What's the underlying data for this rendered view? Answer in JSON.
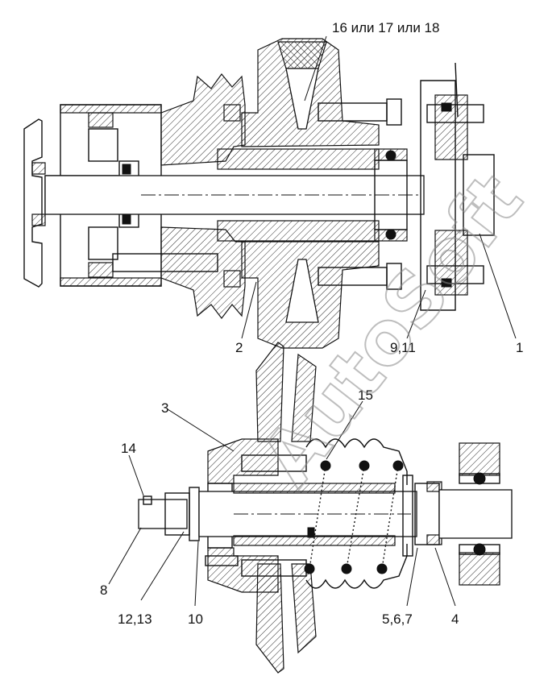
{
  "callouts": {
    "c16_17_18": "16 или 17 или 18",
    "c1": "1",
    "c2": "2",
    "c9_11": "9,11",
    "c3": "3",
    "c15": "15",
    "c14": "14",
    "c8": "8",
    "c12_13": "12,13",
    "c10": "10",
    "c5_6_7": "5,6,7",
    "c4": "4"
  },
  "watermark": "AutoSoft",
  "colors": {
    "line": "#111111",
    "watermark": "#8a8a8a",
    "background": "#ffffff"
  }
}
